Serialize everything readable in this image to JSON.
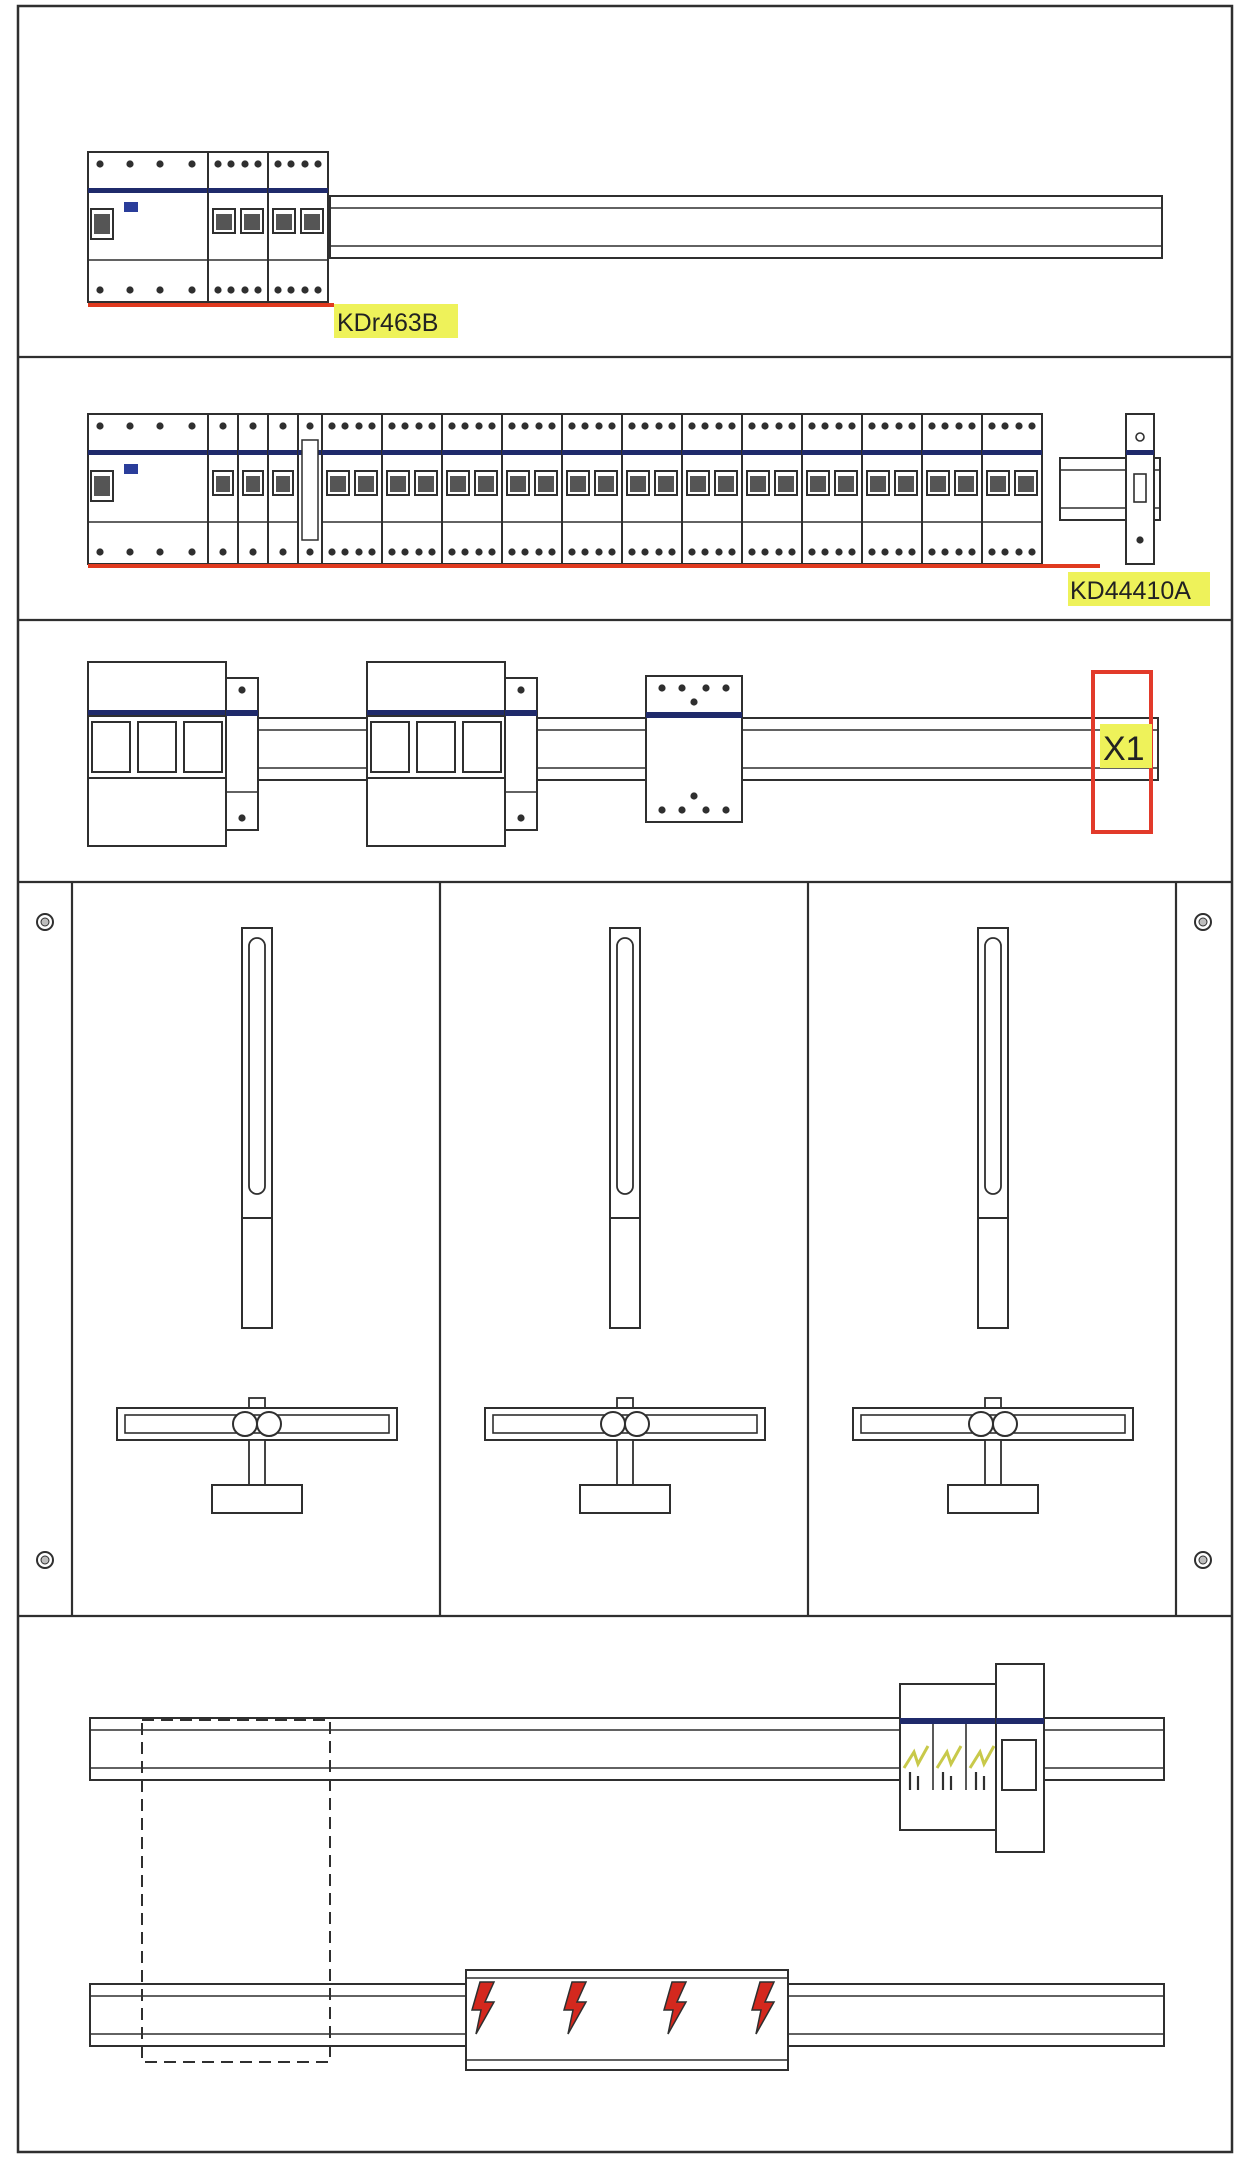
{
  "labels": {
    "row1_device": "KDr463B",
    "row2_device": "KD44410A",
    "row3_terminal": "X1"
  },
  "colors": {
    "line": "#2f2f2f",
    "blue_strip": "#1f2a6b",
    "label_bg": "#eef25a",
    "red_line": "#e03a1f",
    "x1_box": "#e23a2a",
    "bolt": "#d4281e",
    "surge": "#c8c94a"
  },
  "icons": {
    "surge": "lightning-icon",
    "busbar": "lightning-bolt-icon",
    "screw": "screw-icon"
  }
}
